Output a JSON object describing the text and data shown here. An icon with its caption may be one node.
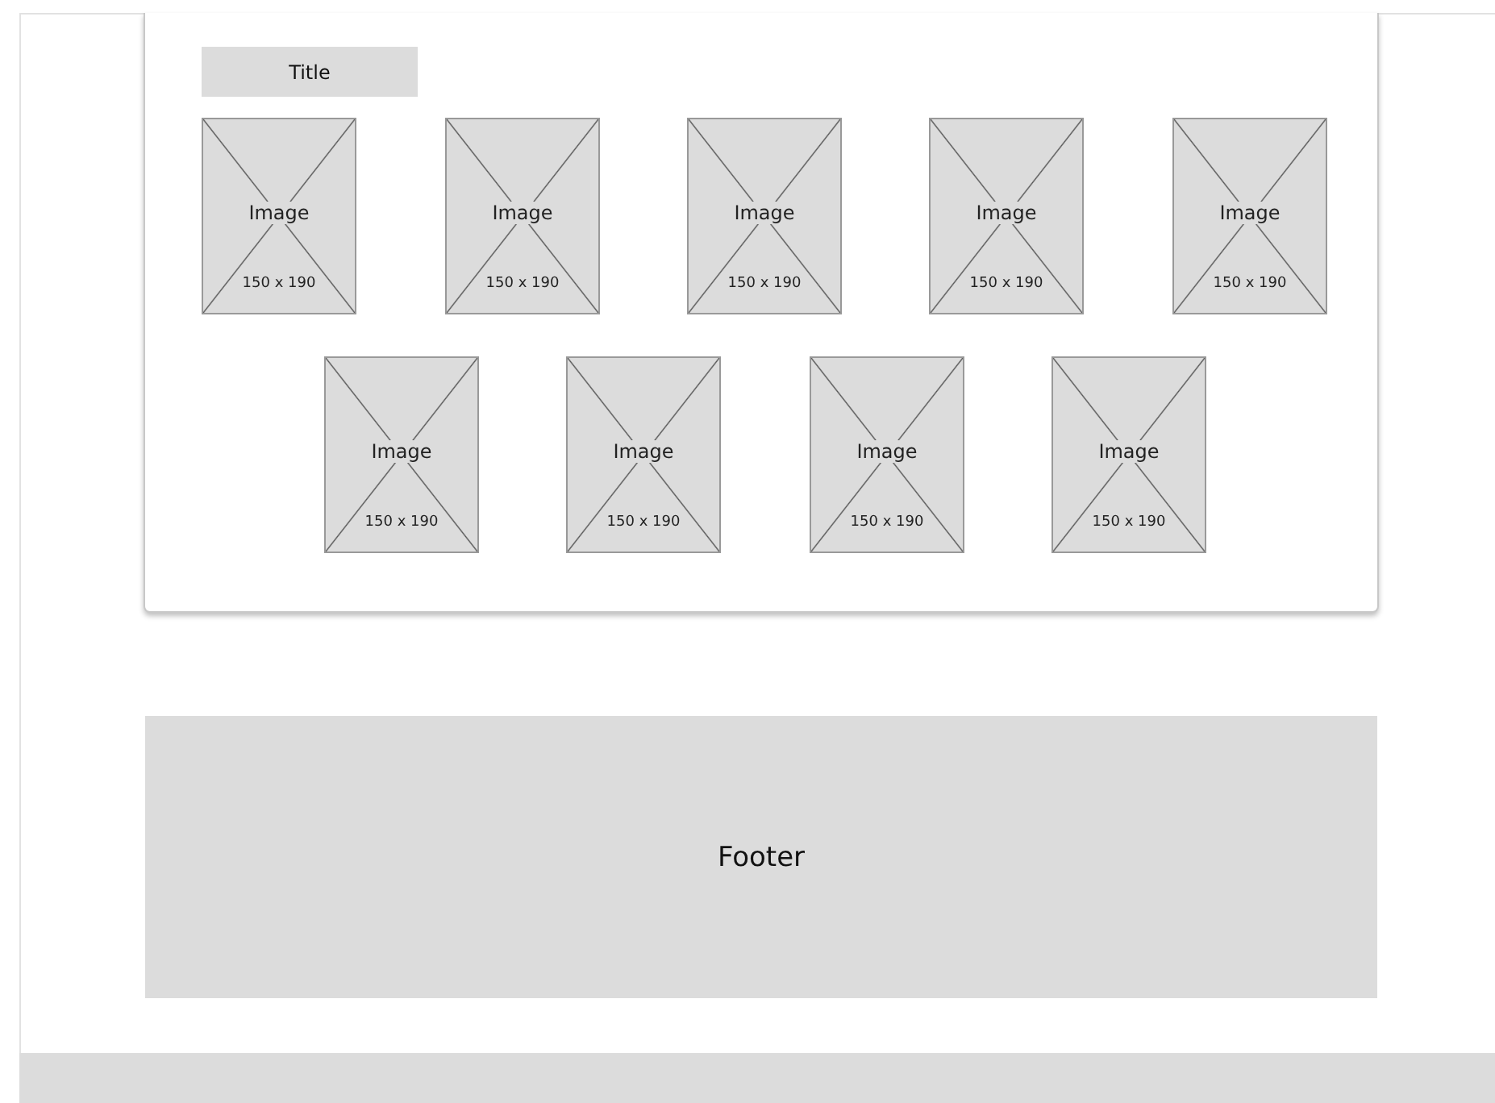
{
  "diagram": {
    "nodes": [
      {
        "text": [],
        "shape": "box"
      },
      {
        "text": [
          "Title"
        ],
        "in": 0
      },
      {
        "text": [
          "Image",
          "150 x 190"
        ],
        "in": 0
      },
      {
        "text": [
          "Image",
          "150 x 190"
        ],
        "in": 0
      },
      {
        "text": [
          "Image",
          "150 x 190"
        ],
        "in": 0
      },
      {
        "text": [
          "Image",
          "150 x 190"
        ],
        "in": 0
      },
      {
        "text": [
          "Image",
          "150 x 190"
        ],
        "in": 0
      },
      {
        "text": [
          "Image",
          "150 x 190"
        ],
        "in": 0
      },
      {
        "text": [
          "Image",
          "150 x 190"
        ],
        "in": 0
      },
      {
        "text": [
          "Image",
          "150 x 190"
        ],
        "in": 0
      },
      {
        "text": [
          "Image",
          "150 x 190"
        ],
        "in": 0
      },
      {
        "text": [
          "Footer"
        ]
      },
      {
        "text": [],
        "shape": "bar"
      }
    ]
  }
}
